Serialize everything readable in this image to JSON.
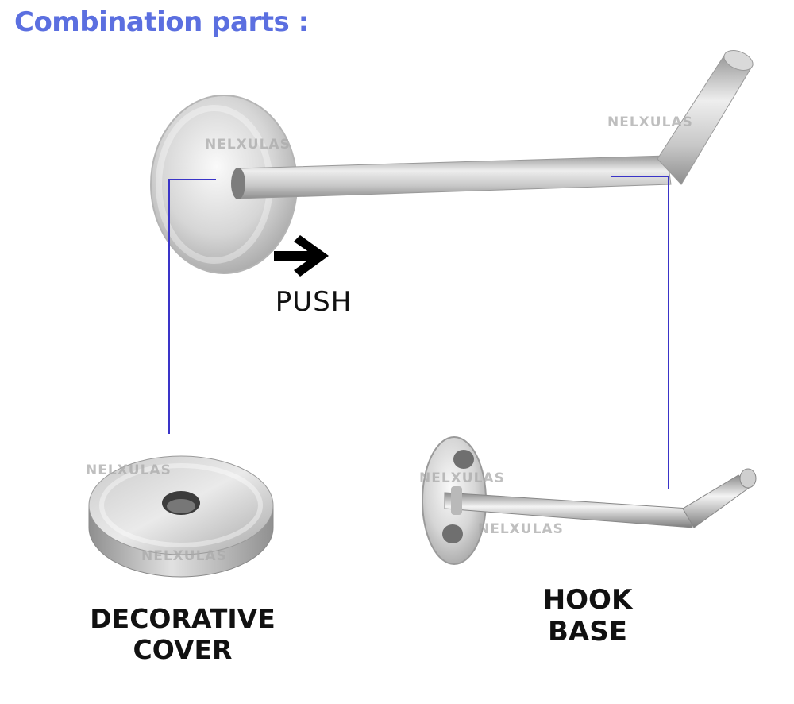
{
  "heading": "Combination parts :",
  "labels": {
    "push": "PUSH",
    "cover_line1": "DECORATIVE",
    "cover_line2": "COVER",
    "hook_line1": "HOOK",
    "hook_line2": "BASE"
  },
  "watermark": "NELXULAS",
  "colors": {
    "heading": "#5b6fe0",
    "leader_line": "#3a34c8",
    "steel_light": "#eeeeee",
    "steel_dark": "#9a9a9a",
    "arrow": "#000000"
  },
  "icons": {
    "push_arrow": "right-arrow-icon"
  }
}
